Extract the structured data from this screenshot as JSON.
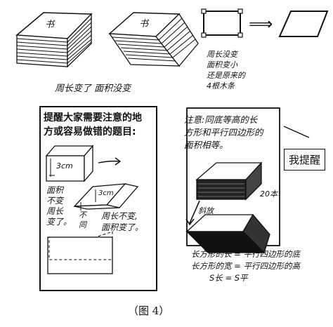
{
  "top_left": {
    "stack_label_1": "书",
    "stack_label_2": "书",
    "note": "周长变了 面积没变"
  },
  "top_right": {
    "arrow_text": "⟹",
    "note_lines": [
      "周长没变",
      "面积变小",
      "还是原来的",
      "4根木条"
    ]
  },
  "left_panel": {
    "title_line1": "提醒大家需要注意的地",
    "title_line2": "方或容易做错的题目:",
    "dim_3cm_a": "3cm",
    "dim_3cm_b": "3cm",
    "note_left": [
      "面积",
      "不变",
      "周长",
      "变了。"
    ],
    "note_mid": [
      "不",
      "同"
    ],
    "note_right": [
      "周长不变,",
      "面积变了。"
    ]
  },
  "right_panel": {
    "note_lines": [
      "注意:同底等高的长",
      "方形和平行四边形的",
      "面积相等。"
    ],
    "count_label": "20本",
    "tilt_label": "斜放",
    "formula_lines": [
      "长方形的长 = 平行四边形的底",
      "长方形的宽 = 平行四边形的高",
      "S长 = S平"
    ],
    "remind_button": "我提醒"
  },
  "caption": "（图 4）"
}
